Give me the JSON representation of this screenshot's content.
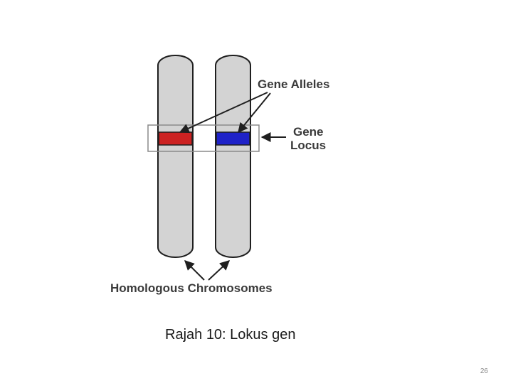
{
  "diagram": {
    "labels": {
      "gene_alleles": "Gene Alleles",
      "gene_locus_line1": "Gene",
      "gene_locus_line2": "Locus",
      "homologous_chromosomes": "Homologous Chromosomes"
    },
    "colors": {
      "chromosome_fill": "#d3d3d3",
      "chromosome_outline": "#1f1f1f",
      "allele_left": "#cc2222",
      "allele_right": "#1f22c8",
      "locus_box": "#8a8a8a"
    }
  },
  "caption": "Rajah 10: Lokus gen",
  "page_number": "26"
}
